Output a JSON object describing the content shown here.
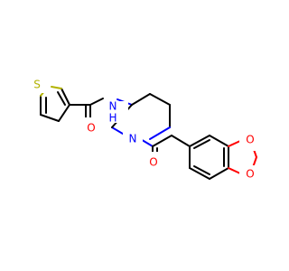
{
  "molecule": {
    "atoms": {
      "S": {
        "label": "S",
        "color": "#b2b200"
      },
      "N_amide": {
        "label": "N",
        "color": "#0000ff"
      },
      "H_amide": {
        "label": "H",
        "color": "#0000ff"
      },
      "O_amide": {
        "label": "O",
        "color": "#ff0000"
      },
      "N_pip": {
        "label": "N",
        "color": "#0000ff"
      },
      "O_ketone": {
        "label": "O",
        "color": "#ff0000"
      },
      "O_ring1": {
        "label": "O",
        "color": "#ff0000"
      },
      "O_ring2": {
        "label": "O",
        "color": "#ff0000"
      }
    }
  }
}
